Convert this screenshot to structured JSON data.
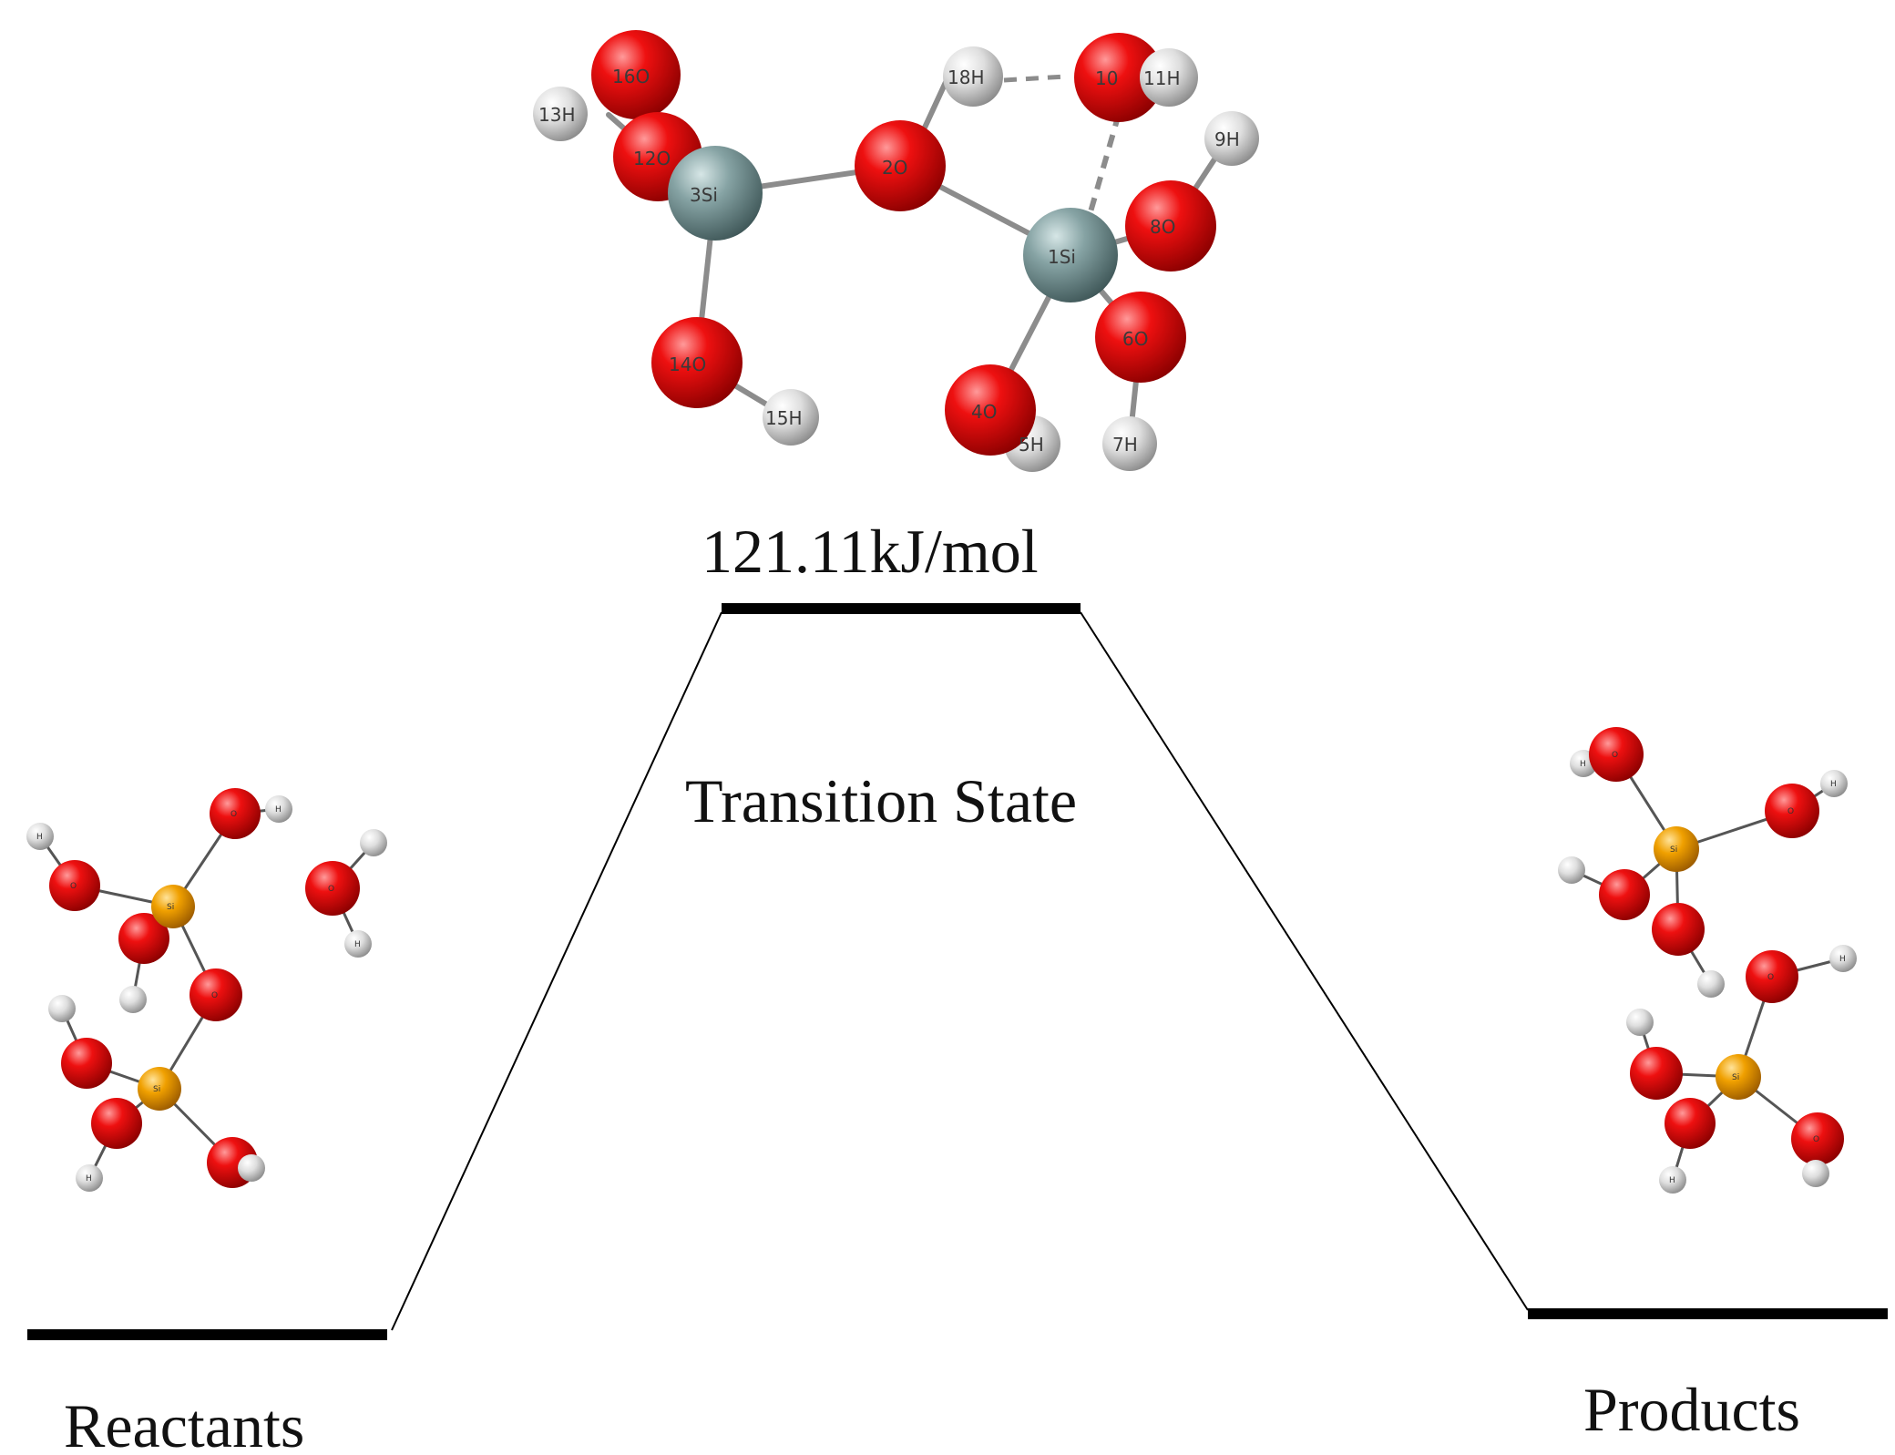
{
  "colors": {
    "oxygen": "#e00000",
    "hydrogen": "#d9d9d9",
    "silicon_ts": "#86a3a4",
    "silicon_small": "#f0a000",
    "bond": "#8c8c8c",
    "level": "#000000"
  },
  "labels": {
    "ts_energy": "121.11kJ/mol",
    "ts_name": "Transition State",
    "reactants": "Reactants",
    "products": "Products"
  },
  "transition_state_atoms": [
    {
      "label": "16O",
      "el": "O"
    },
    {
      "label": "13H",
      "el": "H"
    },
    {
      "label": "12O",
      "el": "O"
    },
    {
      "label": "3Si",
      "el": "Si"
    },
    {
      "label": "14O",
      "el": "O"
    },
    {
      "label": "15H",
      "el": "H"
    },
    {
      "label": "2O",
      "el": "O"
    },
    {
      "label": "18H",
      "el": "H"
    },
    {
      "label": "10",
      "el": "O"
    },
    {
      "label": "11H",
      "el": "H"
    },
    {
      "label": "9H",
      "el": "H"
    },
    {
      "label": "8O",
      "el": "O"
    },
    {
      "label": "1Si",
      "el": "Si"
    },
    {
      "label": "6O",
      "el": "O"
    },
    {
      "label": "4O",
      "el": "O"
    },
    {
      "label": "5H",
      "el": "H"
    },
    {
      "label": "7H",
      "el": "H"
    }
  ],
  "reactant_atom_tags": [
    "O",
    "H",
    "Si",
    "O",
    "H",
    "O",
    "H",
    "Si",
    "O",
    "H"
  ],
  "product_atom_tags": [
    "O",
    "H",
    "Si",
    "O",
    "H",
    "O",
    "H",
    "Si",
    "O",
    "H"
  ]
}
